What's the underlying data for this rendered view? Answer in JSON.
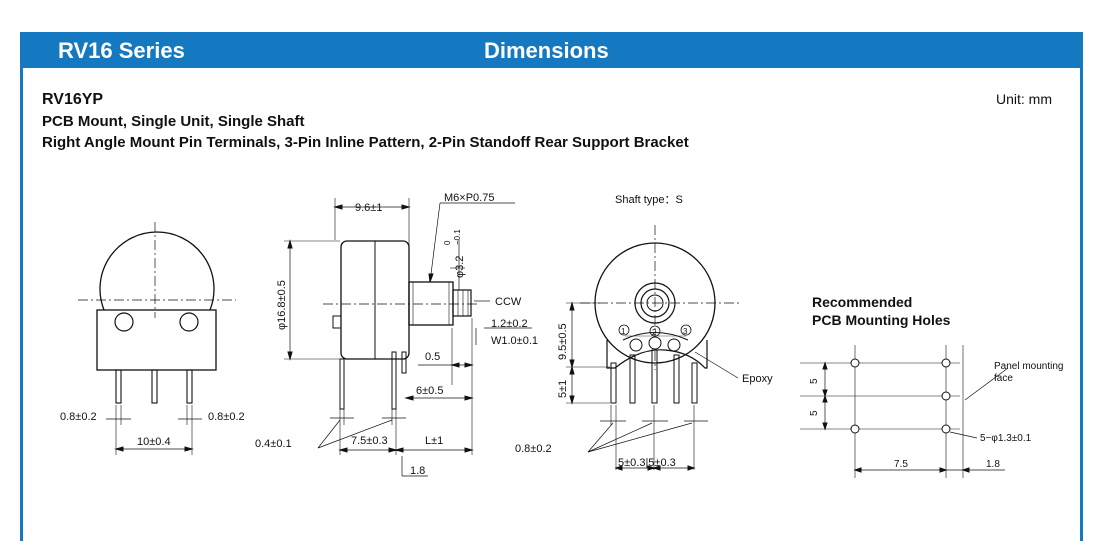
{
  "header": {
    "series": "RV16 Series",
    "section": "Dimensions"
  },
  "product": {
    "model": "RV16YP",
    "subtitle1": "PCB Mount, Single Unit, Single Shaft",
    "subtitle2": "Right Angle Mount Pin Terminals, 3-Pin Inline Pattern, 2-Pin Standoff Rear Support Bracket",
    "unit": "Unit: mm"
  },
  "front_view": {
    "pin_width_left": "0.8±0.2",
    "pin_width_right": "0.8±0.2",
    "bracket_spacing": "10±0.4"
  },
  "side_view": {
    "thread": "M6×P0.75",
    "body_depth": "9.6±1",
    "body_dia": "φ16.8±0.5",
    "shaft_dia": "φ3.2",
    "shaft_tol_top": "0",
    "shaft_tol_bottom": "−0.1",
    "rotation": "CCW",
    "dim_12": "1.2±0.2",
    "dim_w": "W1.0±0.1",
    "dim_05": "0.5",
    "dim_6": "6±0.5",
    "pin_thk": "0.4±0.1",
    "pin_spacing": "7.5±0.3",
    "shaft_len": "L±1",
    "dim_18": "1.8"
  },
  "rear_view": {
    "shaft_type": "Shaft type：S",
    "height_95": "9.5±0.5",
    "height_5": "5±1",
    "epoxy": "Epoxy",
    "pin_width": "0.8±0.2",
    "pitch": "5±0.3|5±0.3",
    "term1": "1",
    "term2": "2",
    "term3": "3"
  },
  "pcb": {
    "title1": "Recommended",
    "title2": "PCB Mounting Holes",
    "panel1": "Panel mounting",
    "panel2": "face",
    "holes": "5−φ1.3±0.1",
    "pitch_a": "5",
    "pitch_b": "5",
    "dim_75": "7.5",
    "dim_18": "1.8"
  }
}
